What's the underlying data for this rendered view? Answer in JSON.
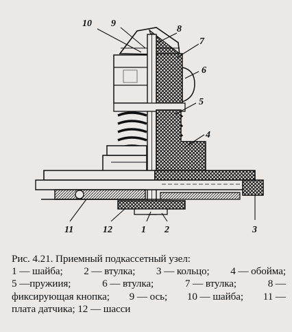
{
  "colors": {
    "ink": "#111111",
    "paper": "#ebe8e6"
  },
  "callouts": [
    "10",
    "9",
    "8",
    "7",
    "6",
    "5",
    "4",
    "11",
    "12",
    "1",
    "2",
    "3"
  ],
  "caption": {
    "line1": "Рис. 4.21. Приемный подкассетный узел:",
    "line2": [
      "1 — шайба;",
      "2 — втулка;",
      "3 — кольцо;",
      "4 — обойма;"
    ],
    "line3": [
      "5 —пружиия;",
      "6 — втулка;",
      "7 — втулка;",
      "8 —"
    ],
    "line4": [
      "фиксирующая кнопка;",
      "9 — ось;",
      "10 — шайба;",
      "11 —"
    ],
    "line5": "плата датчика; 12 — шасси"
  }
}
